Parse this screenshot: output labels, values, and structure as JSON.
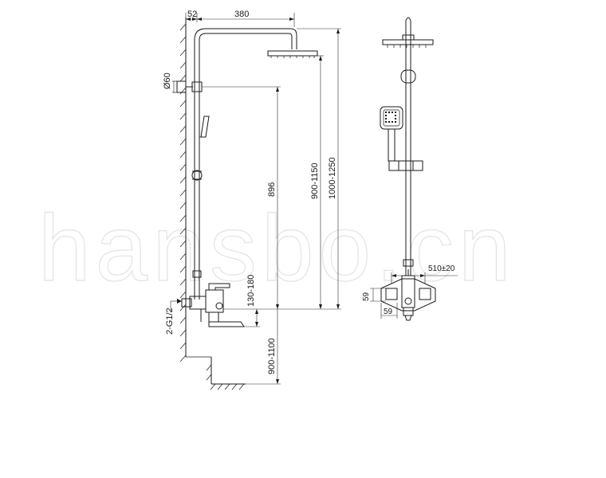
{
  "side_view": {
    "dim_wall_offset": "52",
    "dim_arm_length": "380",
    "dim_bracket_diameter": "Ø60",
    "dim_bracket_to_outlet": "896",
    "dim_outlet_to_head": "900-1150",
    "dim_outlet_to_top": "1000-1250",
    "dim_outlet_to_spout": "130-180",
    "dim_outlet_to_floor": "900-1100",
    "dim_inlet_thread": "2-G1/2"
  },
  "front_view": {
    "dim_inlet_spacing": "510±20",
    "dim_valve_height": "59",
    "dim_valve_width": "59"
  },
  "watermark": "hansbo.cn"
}
